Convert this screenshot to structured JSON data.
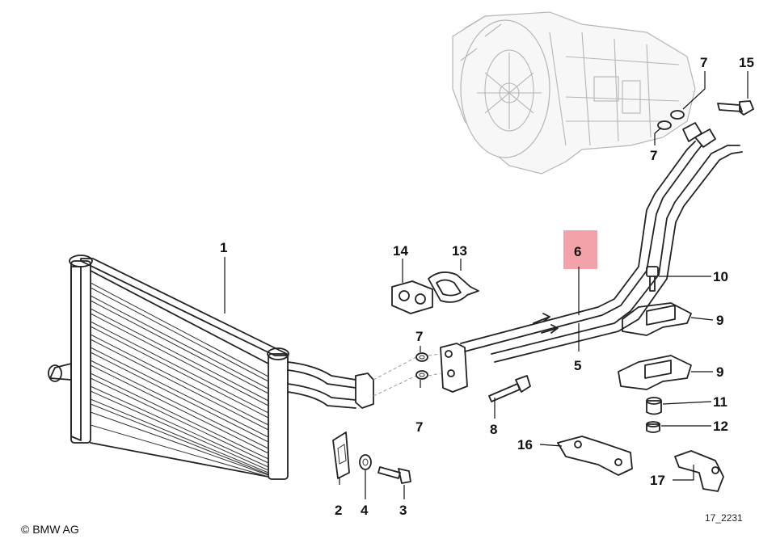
{
  "callouts": [
    {
      "id": "1",
      "label": "1"
    },
    {
      "id": "2",
      "label": "2"
    },
    {
      "id": "3",
      "label": "3"
    },
    {
      "id": "4",
      "label": "4"
    },
    {
      "id": "5",
      "label": "5"
    },
    {
      "id": "6",
      "label": "6",
      "highlighted": true
    },
    {
      "id": "7a",
      "label": "7"
    },
    {
      "id": "7b",
      "label": "7"
    },
    {
      "id": "7c",
      "label": "7"
    },
    {
      "id": "7d",
      "label": "7"
    },
    {
      "id": "8",
      "label": "8"
    },
    {
      "id": "9a",
      "label": "9"
    },
    {
      "id": "9b",
      "label": "9"
    },
    {
      "id": "10",
      "label": "10"
    },
    {
      "id": "11",
      "label": "11"
    },
    {
      "id": "12",
      "label": "12"
    },
    {
      "id": "13",
      "label": "13"
    },
    {
      "id": "14",
      "label": "14"
    },
    {
      "id": "15",
      "label": "15"
    },
    {
      "id": "16",
      "label": "16"
    },
    {
      "id": "17",
      "label": "17"
    }
  ],
  "copyright": "© BMW AG",
  "diagram_code": "17_2231",
  "colors": {
    "highlight": "#f08b93",
    "line": "#222222",
    "ghost": "#b5b5b5"
  }
}
